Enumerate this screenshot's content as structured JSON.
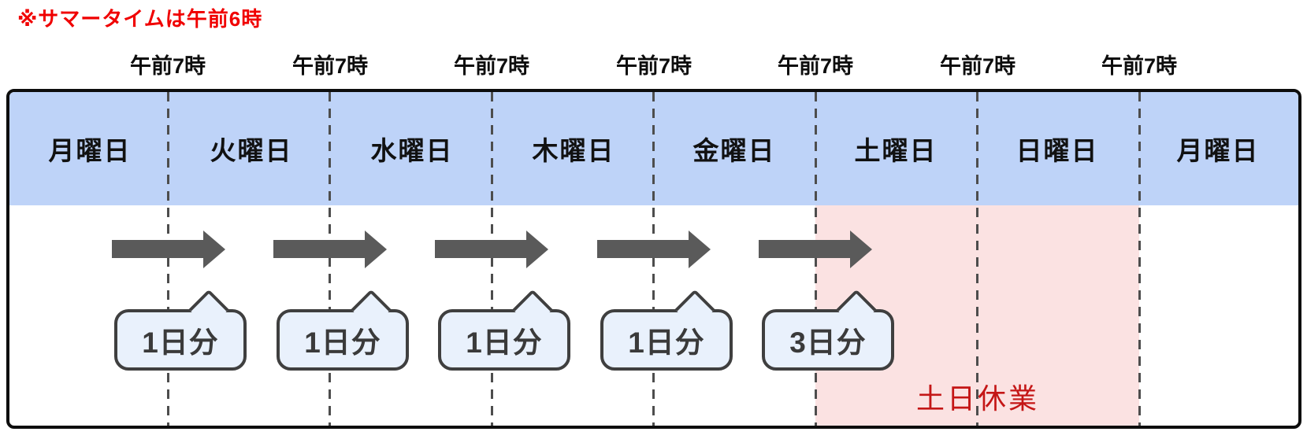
{
  "note": {
    "text": "※サマータイムは午前6時"
  },
  "header": {
    "hour_marks": [
      "午前7時",
      "午前7時",
      "午前7時",
      "午前7時",
      "午前7時",
      "午前7時",
      "午前7時"
    ]
  },
  "days": [
    "月曜日",
    "火曜日",
    "水曜日",
    "木曜日",
    "金曜日",
    "土曜日",
    "日曜日",
    "月曜日"
  ],
  "callouts": [
    "1日分",
    "1日分",
    "1日分",
    "1日分",
    "3日分"
  ],
  "closed_zone": {
    "label": "土日休業"
  },
  "colors": {
    "day_band_blue": "#bed3f8",
    "closed_zone_pink": "#fbe2e2",
    "callout_fill": "#e9f1fc",
    "callout_border": "#3f3f3f",
    "arrow_gray": "#5a5a5a",
    "divider_gray": "#4d4d4d",
    "note_red": "#f00000",
    "closed_text_red": "#c41616"
  }
}
